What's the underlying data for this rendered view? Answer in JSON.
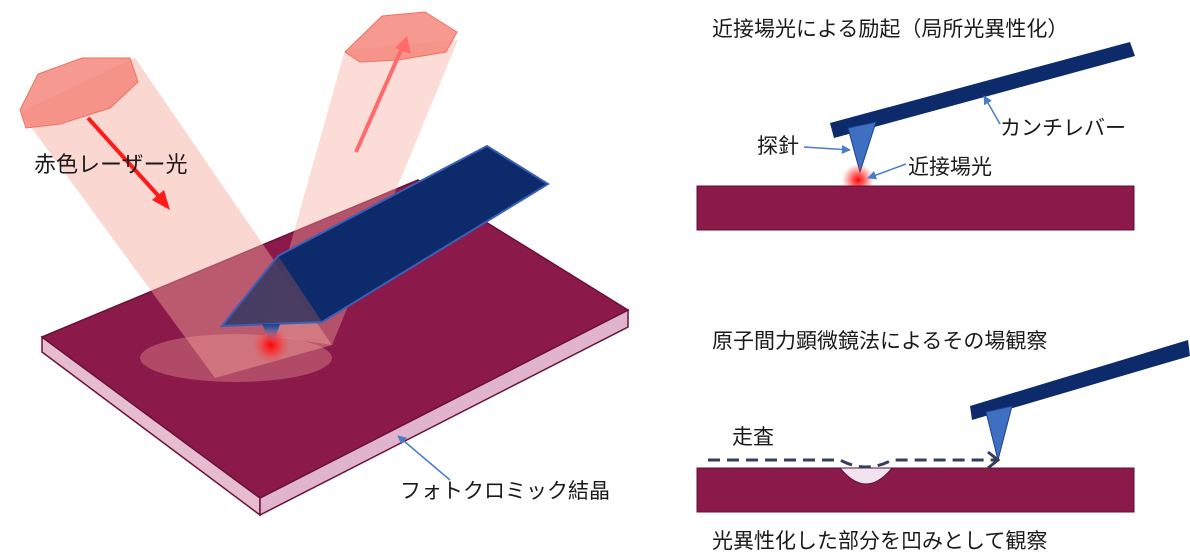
{
  "labels": {
    "red_laser": "赤色レーザー光",
    "crystal": "フォトクロミック結晶",
    "title_excitation": "近接場光による励起（局所光異性化）",
    "cantilever": "カンチレバー",
    "probe": "探針",
    "near_field": "近接場光",
    "title_afm": "原子間力顕微鏡法によるその場観察",
    "scan": "走査",
    "observation": "光異性化した部分を凹みとして観察"
  },
  "colors": {
    "crystal_top": "#8b1a4b",
    "crystal_edge": "#e0b4cc",
    "crystal_outline": "#6b1038",
    "cantilever": "#0d2a6b",
    "probe_tip": "#3f6fc0",
    "beam": "#f6a79c",
    "arrow_red": "#ff1a1a",
    "label_arrow": "#4a7cc8",
    "scan_line": "#333f5a"
  }
}
